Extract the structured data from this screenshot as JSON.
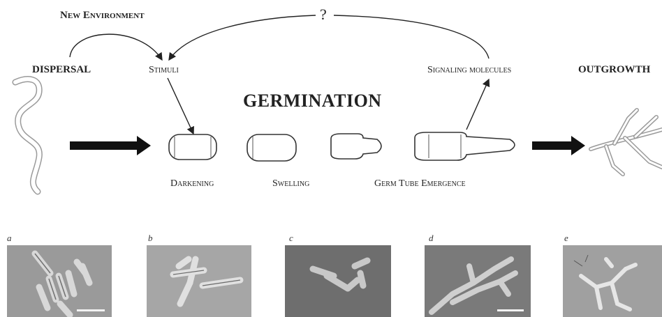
{
  "top_labels": {
    "new_environment": "New Environment",
    "question": "?",
    "dispersal": "DISPERSAL",
    "stimuli": "Stimuli",
    "signaling": "Signaling molecules",
    "outgrowth": "OUTGROWTH",
    "germination": "GERMINATION"
  },
  "stages": [
    "Darkening",
    "Swelling",
    "Germ Tube Emergence"
  ],
  "panels": [
    {
      "label": "a",
      "bg": "#9a9a9a"
    },
    {
      "label": "b",
      "bg": "#a6a6a6"
    },
    {
      "label": "c",
      "bg": "#6e6e6e"
    },
    {
      "label": "d",
      "bg": "#7a7a7a"
    },
    {
      "label": "e",
      "bg": "#a0a0a0"
    }
  ]
}
